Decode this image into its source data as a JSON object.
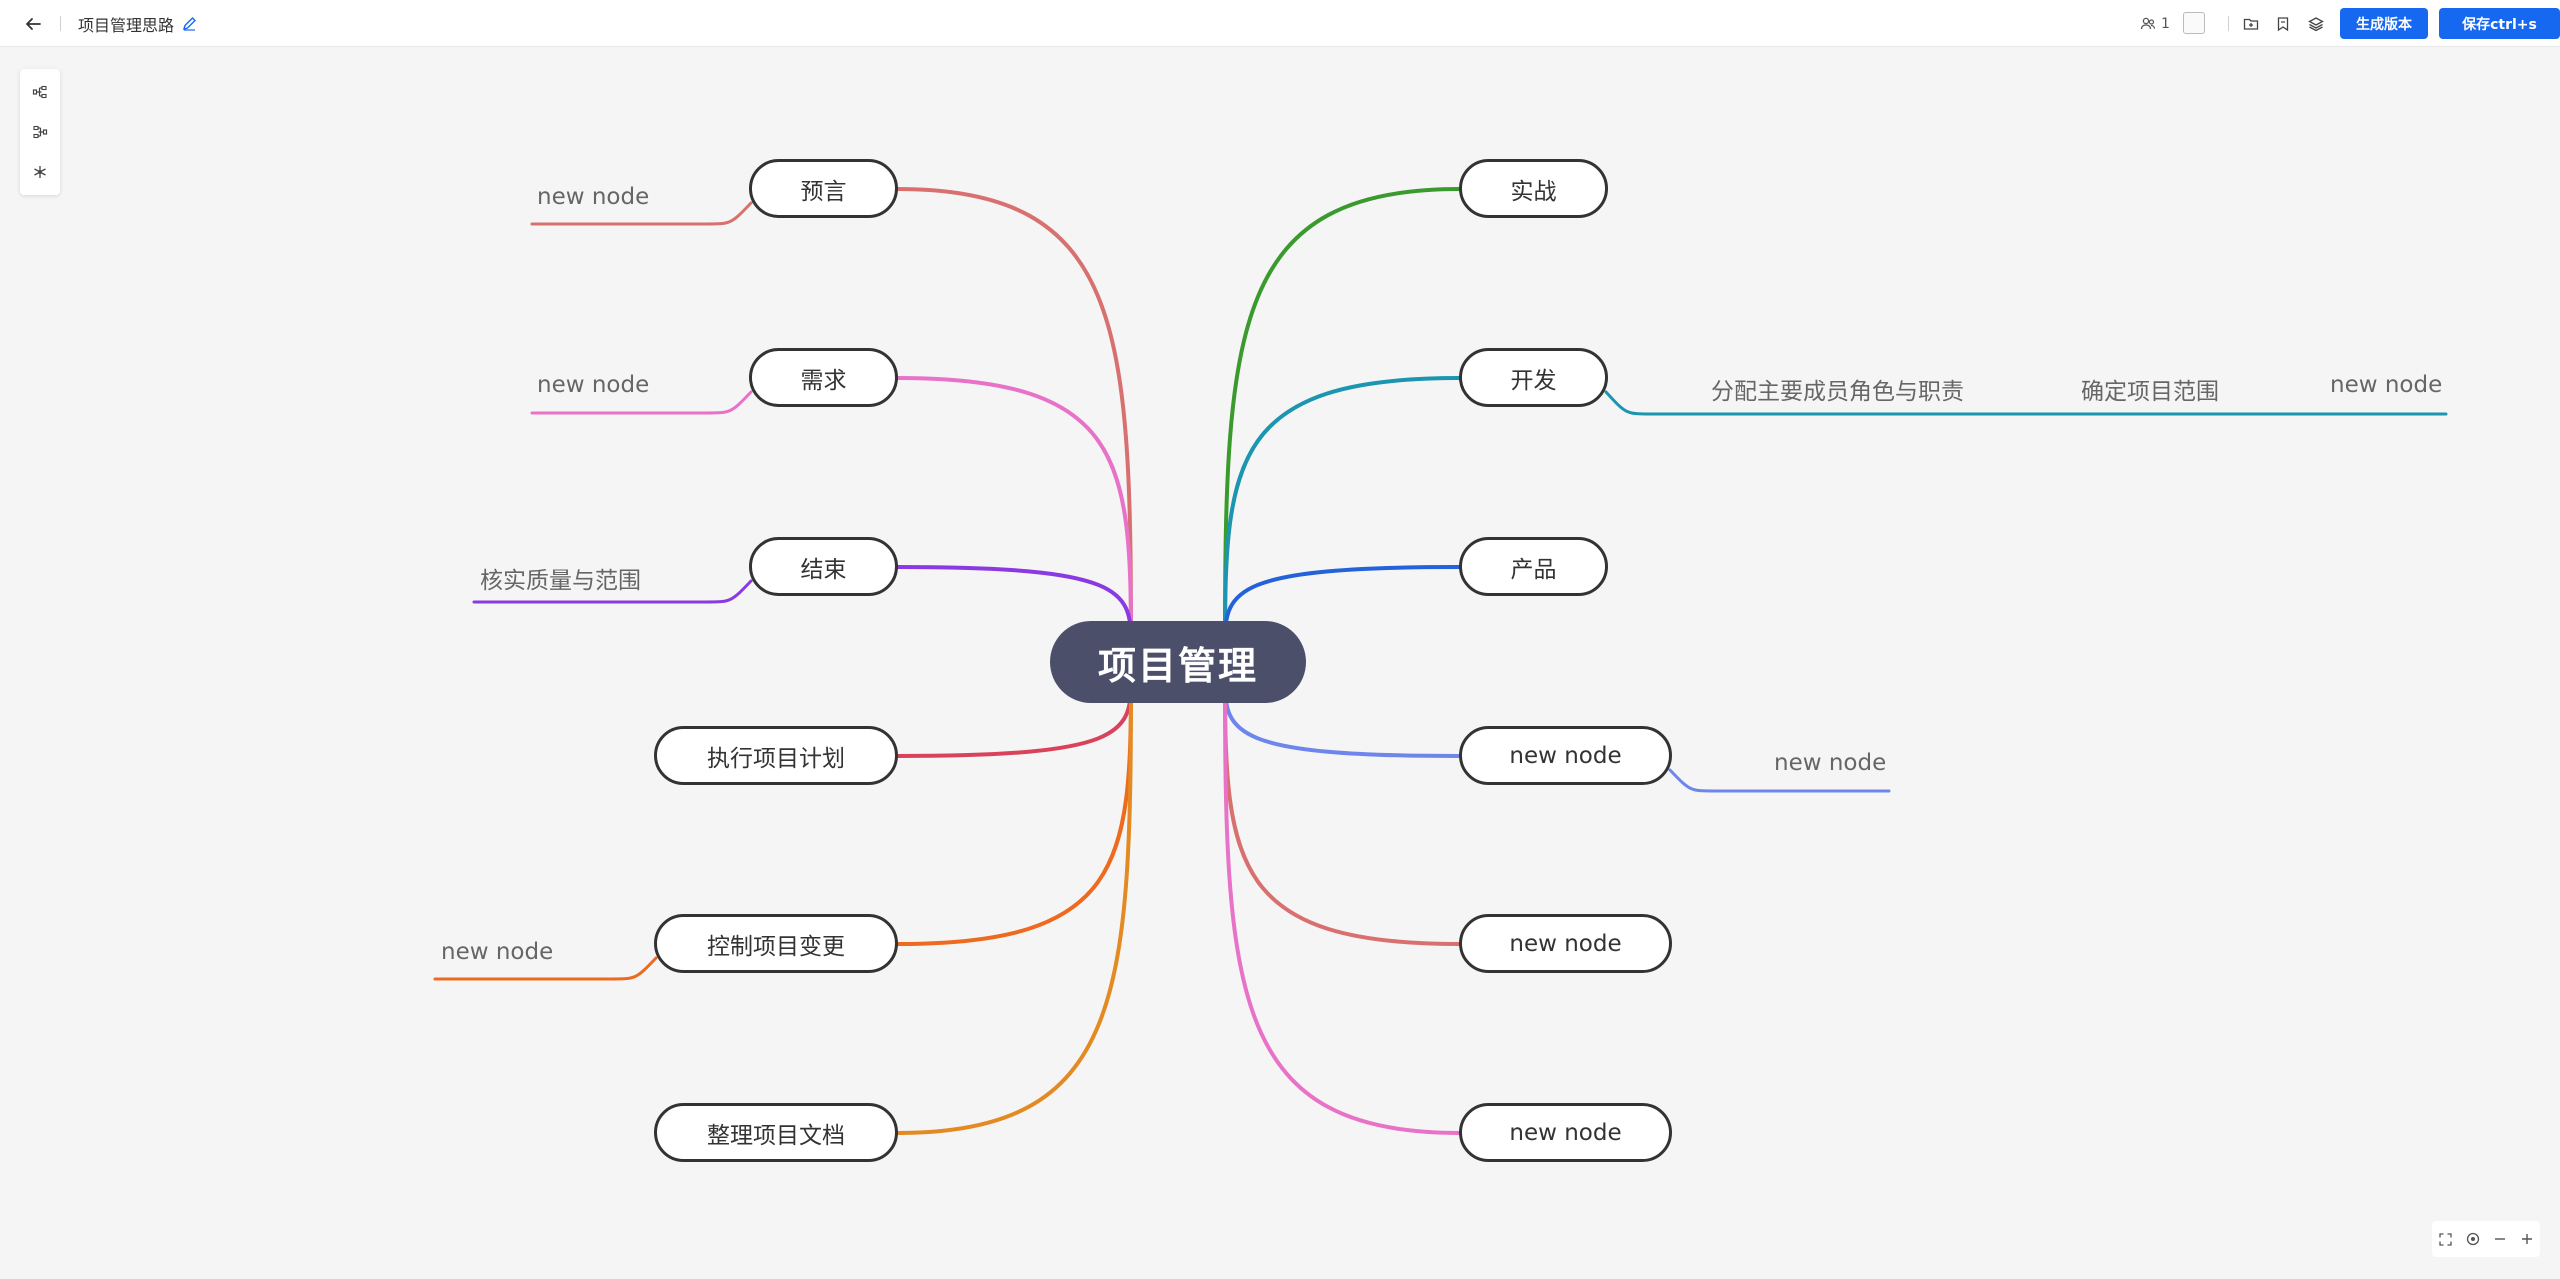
{
  "header": {
    "title": "项目管理思路",
    "online_count": "1",
    "generate_label": "生成版本",
    "save_label": "保存ctrl+s"
  },
  "mindmap": {
    "root": "项目管理",
    "left": [
      {
        "label": "预言",
        "child": "new node",
        "color": "#d97070"
      },
      {
        "label": "需求",
        "child": "new node",
        "color": "#e872c8"
      },
      {
        "label": "结束",
        "child": "核实质量与范围",
        "color": "#8a3ae0"
      },
      {
        "label": "执行项目计划",
        "child": "",
        "color": "#d9425a"
      },
      {
        "label": "控制项目变更",
        "child": "new node",
        "color": "#ee6a1e"
      },
      {
        "label": "整理项目文档",
        "child": "",
        "color": "#e48a22"
      }
    ],
    "right": [
      {
        "label": "实战",
        "children": [],
        "color": "#3a9a2e"
      },
      {
        "label": "开发",
        "children": [
          "分配主要成员角色与职责",
          "确定项目范围",
          "new node"
        ],
        "color": "#1c95b0"
      },
      {
        "label": "产品",
        "children": [],
        "color": "#2362d9"
      },
      {
        "label": "new node",
        "children": [
          "new node"
        ],
        "color": "#6e85ec"
      },
      {
        "label": "new node",
        "children": [],
        "color": "#d97070"
      },
      {
        "label": "new node",
        "children": [],
        "color": "#e872c8"
      }
    ]
  },
  "icons": {
    "back": "arrow-left-icon",
    "edit": "pencil-icon",
    "users": "users-icon",
    "toolbar_right": [
      "folder-add-icon",
      "bookmark-icon",
      "layers-icon"
    ],
    "left_toolbar": [
      "layout-right-icon",
      "layout-left-icon",
      "layout-radial-icon"
    ],
    "bottom": [
      "fullscreen-icon",
      "locate-icon",
      "zoom-out-icon",
      "zoom-in-icon"
    ]
  }
}
